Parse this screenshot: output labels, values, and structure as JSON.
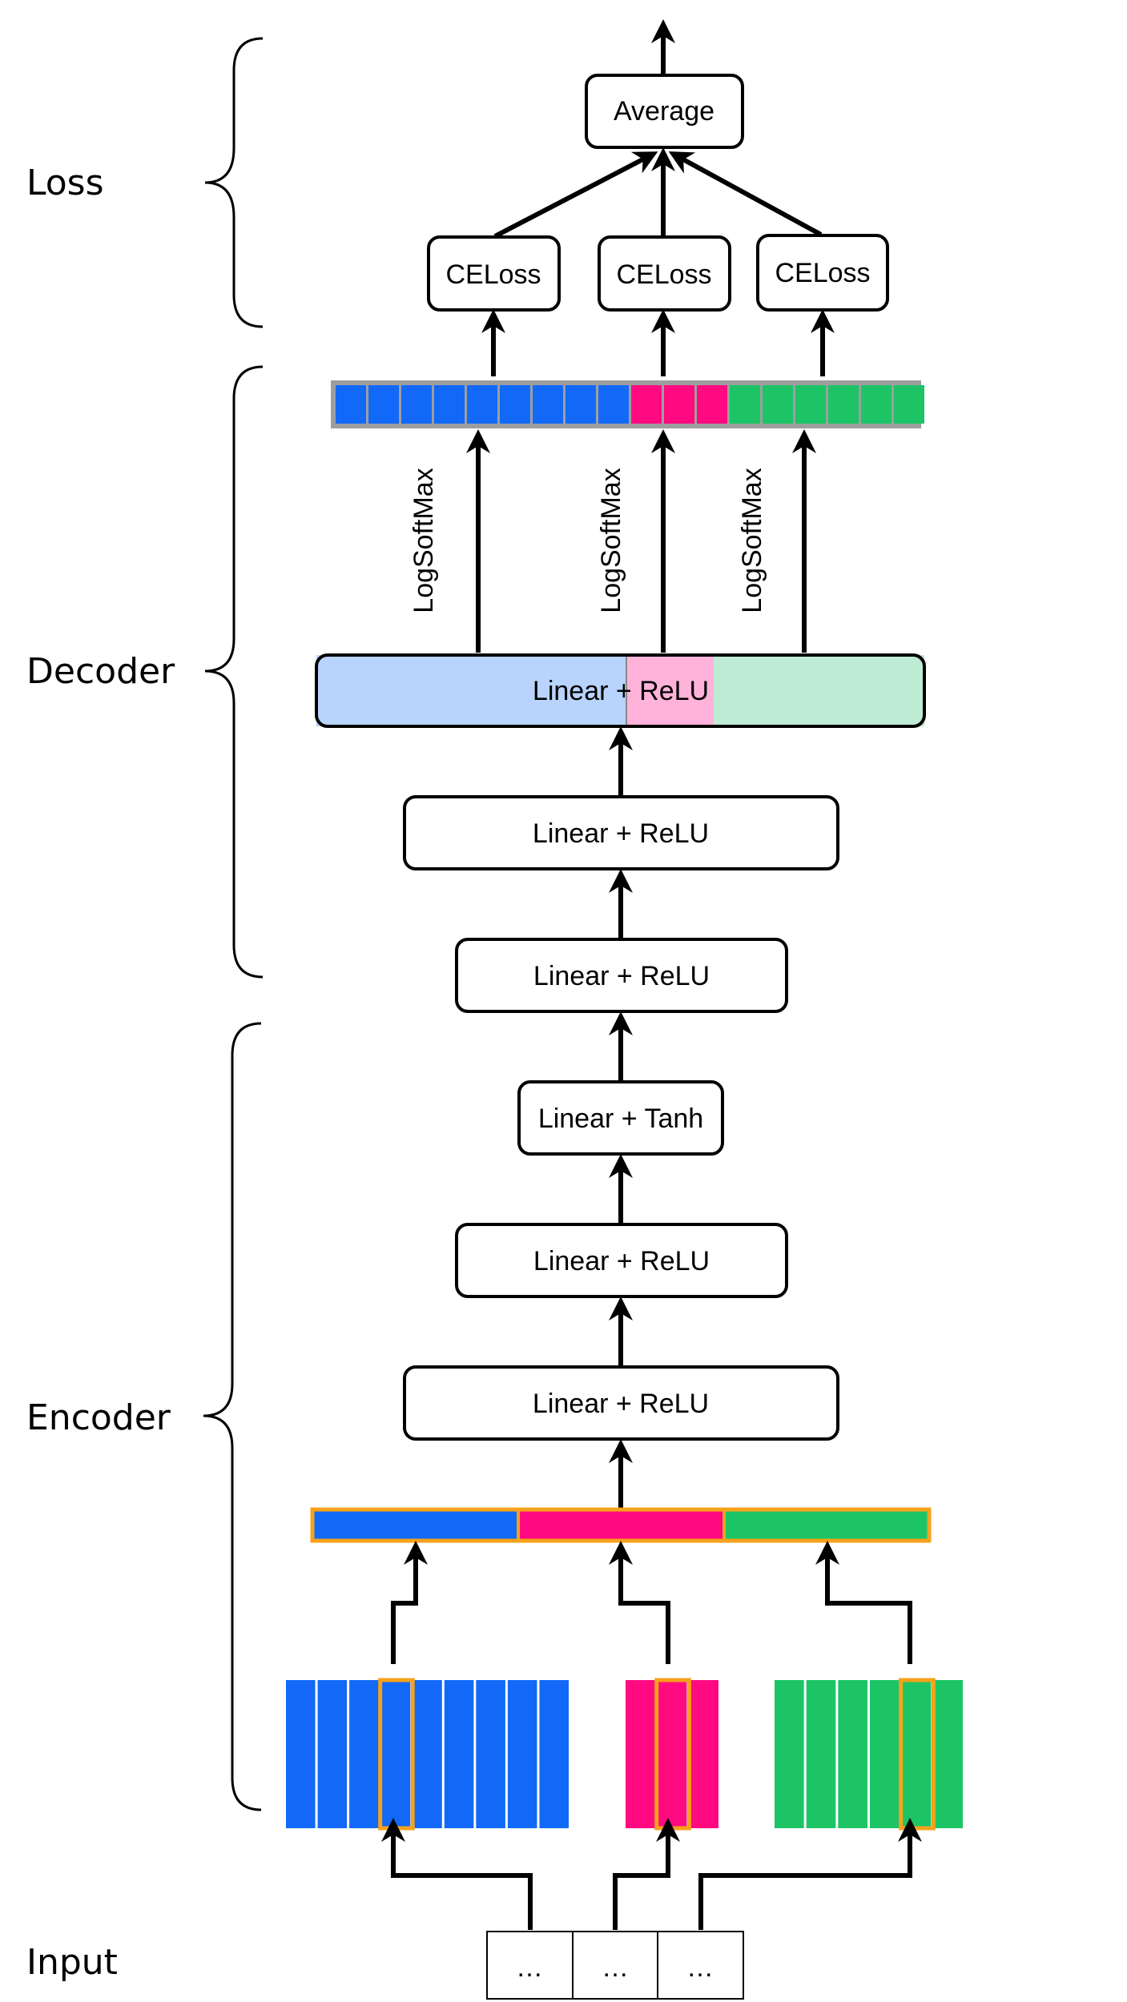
{
  "sections": {
    "loss": "Loss",
    "decoder": "Decoder",
    "encoder": "Encoder",
    "input": "Input"
  },
  "nodes": {
    "average": "Average",
    "celoss_blue": "CELoss",
    "celoss_pink": "CELoss",
    "celoss_green": "CELoss",
    "dec_split": "Linear + ReLU",
    "dec_2": "Linear + ReLU",
    "dec_1": "Linear + ReLU",
    "enc_tanh": "Linear + Tanh",
    "enc_2": "Linear + ReLU",
    "enc_1": "Linear + ReLU"
  },
  "edge_labels": {
    "blue": "LogSoftMax",
    "pink": "LogSoftMax",
    "green": "LogSoftMax"
  },
  "input_tokens": [
    "…",
    "…",
    "…"
  ],
  "colors": {
    "blue": "#1269F8",
    "pink": "#FF0A80",
    "green": "#1CC466",
    "blue_light": "#B8D3FC",
    "pink_light": "#FFB3DA",
    "green_light": "#BDEBD3",
    "highlight": "#F6A21B",
    "output_frame": "#9E9E9E"
  },
  "output_cells": {
    "blue": 9,
    "pink": 3,
    "green": 6
  },
  "embedding_columns": {
    "blue": 9,
    "pink": 3,
    "green": 6
  }
}
